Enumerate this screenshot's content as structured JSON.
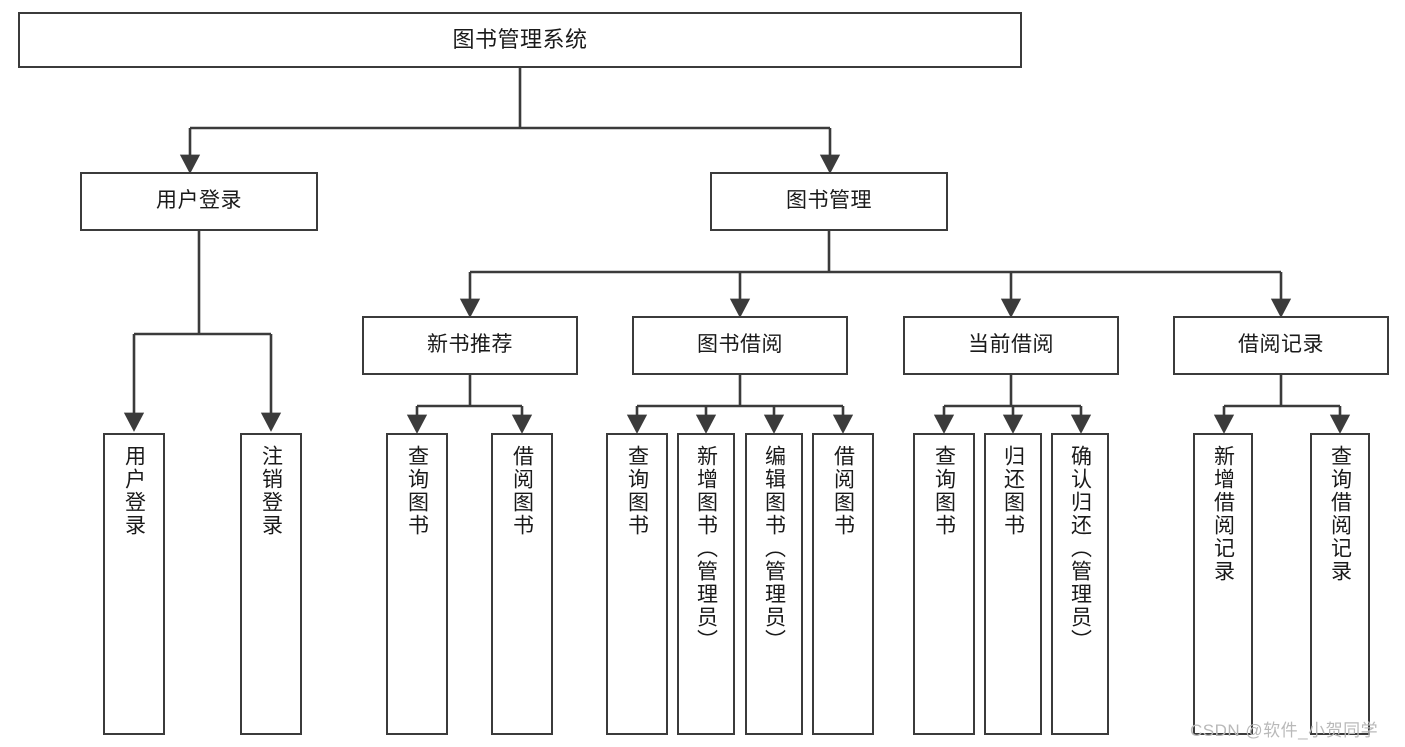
{
  "diagram": {
    "title": "图书管理系统",
    "type": "tree-structure-chart",
    "watermark": "CSDN @软件_小贺同学",
    "colors": {
      "node_border": "#3b3b3b",
      "node_fill": "#ffffff",
      "edge": "#3b3b3b",
      "text": "#1a1a1a",
      "watermark": "#b9b9b9",
      "background": "#ffffff"
    },
    "nodes": {
      "root": {
        "label": "图书管理系统"
      },
      "level2": [
        {
          "id": "user-login",
          "label": "用户登录"
        },
        {
          "id": "book-management",
          "label": "图书管理"
        }
      ],
      "level3": [
        {
          "id": "new-book-recommend",
          "label": "新书推荐"
        },
        {
          "id": "book-borrow",
          "label": "图书借阅"
        },
        {
          "id": "current-borrow",
          "label": "当前借阅"
        },
        {
          "id": "borrow-record",
          "label": "借阅记录"
        }
      ],
      "leaves": {
        "user_login": [
          {
            "id": "leaf-user-login",
            "label": "用户登录"
          },
          {
            "id": "leaf-logout-login",
            "label": "注销登录"
          }
        ],
        "new_book_recommend": [
          {
            "id": "leaf-query-book-1",
            "label": "查询图书"
          },
          {
            "id": "leaf-borrow-book-1",
            "label": "借阅图书"
          }
        ],
        "book_borrow": [
          {
            "id": "leaf-query-book-2",
            "label": "查询图书"
          },
          {
            "id": "leaf-add-book",
            "label": "新增图书（管理员）"
          },
          {
            "id": "leaf-edit-book",
            "label": "编辑图书（管理员）"
          },
          {
            "id": "leaf-borrow-book-2",
            "label": "借阅图书"
          }
        ],
        "current_borrow": [
          {
            "id": "leaf-query-book-3",
            "label": "查询图书"
          },
          {
            "id": "leaf-return-book",
            "label": "归还图书"
          },
          {
            "id": "leaf-confirm-return",
            "label": "确认归还（管理员）"
          }
        ],
        "borrow_record": [
          {
            "id": "leaf-add-record",
            "label": "新增借阅记录"
          },
          {
            "id": "leaf-query-record",
            "label": "查询借阅记录"
          }
        ]
      }
    }
  }
}
